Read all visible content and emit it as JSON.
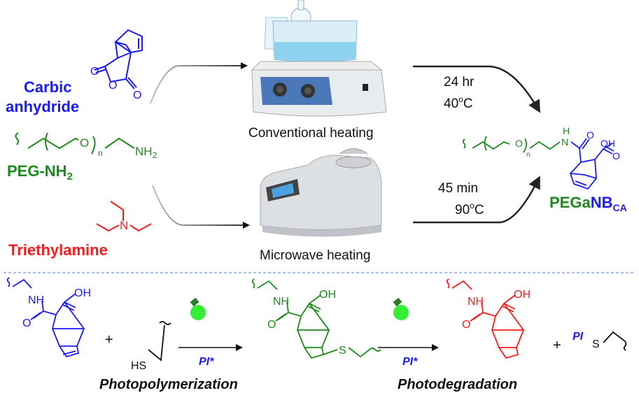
{
  "colors": {
    "blue": "#1a1aff",
    "green": "#1e8a1e",
    "red": "#ff1a1a",
    "black": "#111111",
    "divider": "#4a7fd6",
    "bulb": "#33ee33"
  },
  "reagents": {
    "carbic_line1": "Carbic",
    "carbic_line2": "anhydride",
    "peg_label": "PEG-NH",
    "peg_sub": "2",
    "tea_label": "Triethylamine",
    "peg_atom_o": "O",
    "peg_atom_n": "n",
    "peg_atom_nh2": "NH",
    "peg_atom_nh2_sub": "2",
    "tea_atom_n": "N",
    "anh_o": "O"
  },
  "methods": {
    "conventional": "Conventional heating",
    "microwave": "Microwave heating"
  },
  "conditions": {
    "conv_time": "24 hr",
    "conv_temp": "40",
    "conv_temp_sup": "o",
    "conv_temp_unit": "C",
    "mw_time": "45 min",
    "mw_temp": "90",
    "mw_temp_sup": "o",
    "mw_temp_unit": "C"
  },
  "product": {
    "label_green": "PEGa",
    "label_blue": "NB",
    "label_sub": "CA",
    "atom_h": "H",
    "atom_n": "N",
    "atom_o": "O",
    "atom_oh": "OH",
    "atom_peg_o": "O",
    "atom_n_sub": "n"
  },
  "bottom": {
    "plus": "+",
    "nh": "NH",
    "oh": "OH",
    "o": "O",
    "hs": "HS",
    "s": "S",
    "pi": "PI*",
    "pi_plain": "PI",
    "photopolymerization": "Photopolymerization",
    "photodegradation": "Photodegradation"
  }
}
